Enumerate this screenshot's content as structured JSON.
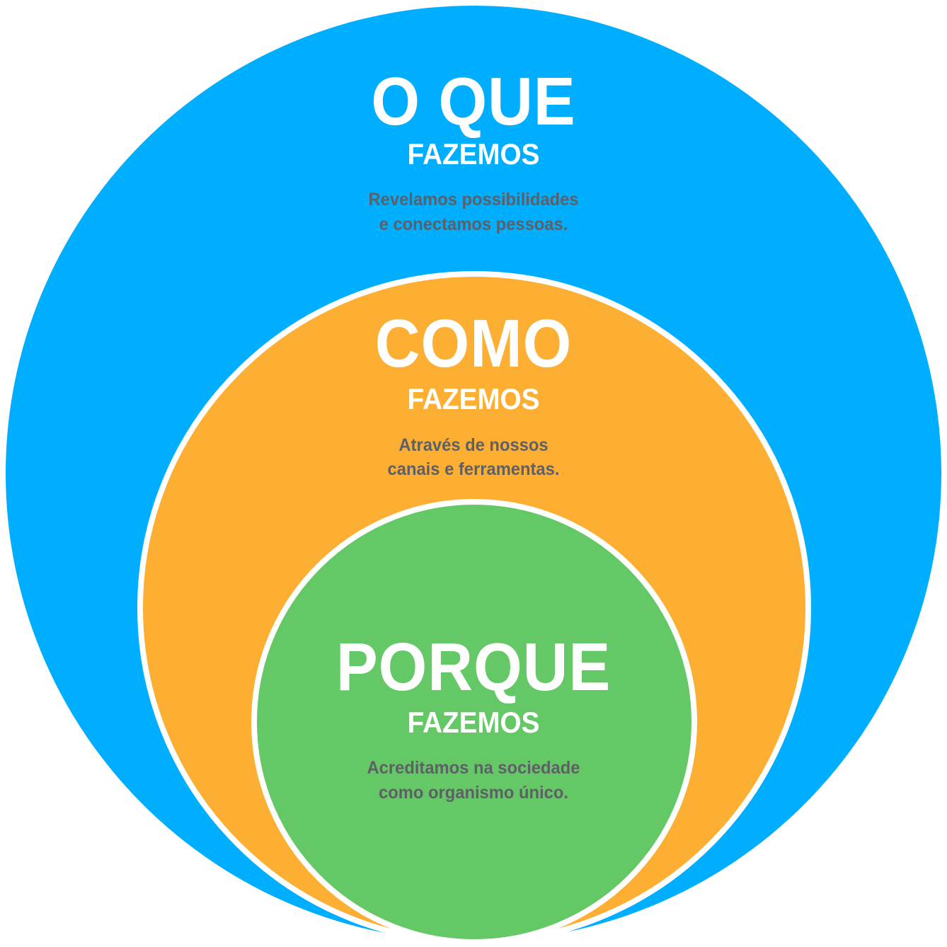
{
  "colors": {
    "what": "#00AEFF",
    "how": "#FDAF33",
    "why": "#65C866",
    "text_body": "#5f5f66"
  },
  "what": {
    "title": "O QUE",
    "subtitle": "FAZEMOS",
    "line1": "Revelamos possibilidades",
    "line2": "e conectamos pessoas."
  },
  "how": {
    "title": "COMO",
    "subtitle": "FAZEMOS",
    "line1": "Através de nossos",
    "line2": "canais e ferramentas."
  },
  "why": {
    "title": "PORQUE",
    "subtitle": "FAZEMOS",
    "line1": "Acreditamos na sociedade",
    "line2": "como organismo único."
  }
}
